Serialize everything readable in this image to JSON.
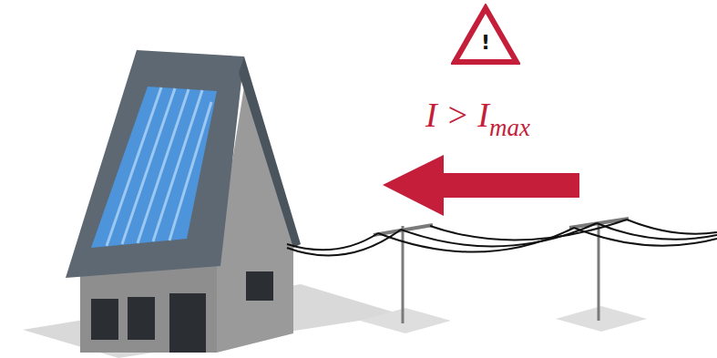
{
  "diagram": {
    "nodes": [
      {
        "text": [
          "!"
        ]
      }
    ],
    "labels": [
      "I > I",
      "max"
    ]
  }
}
